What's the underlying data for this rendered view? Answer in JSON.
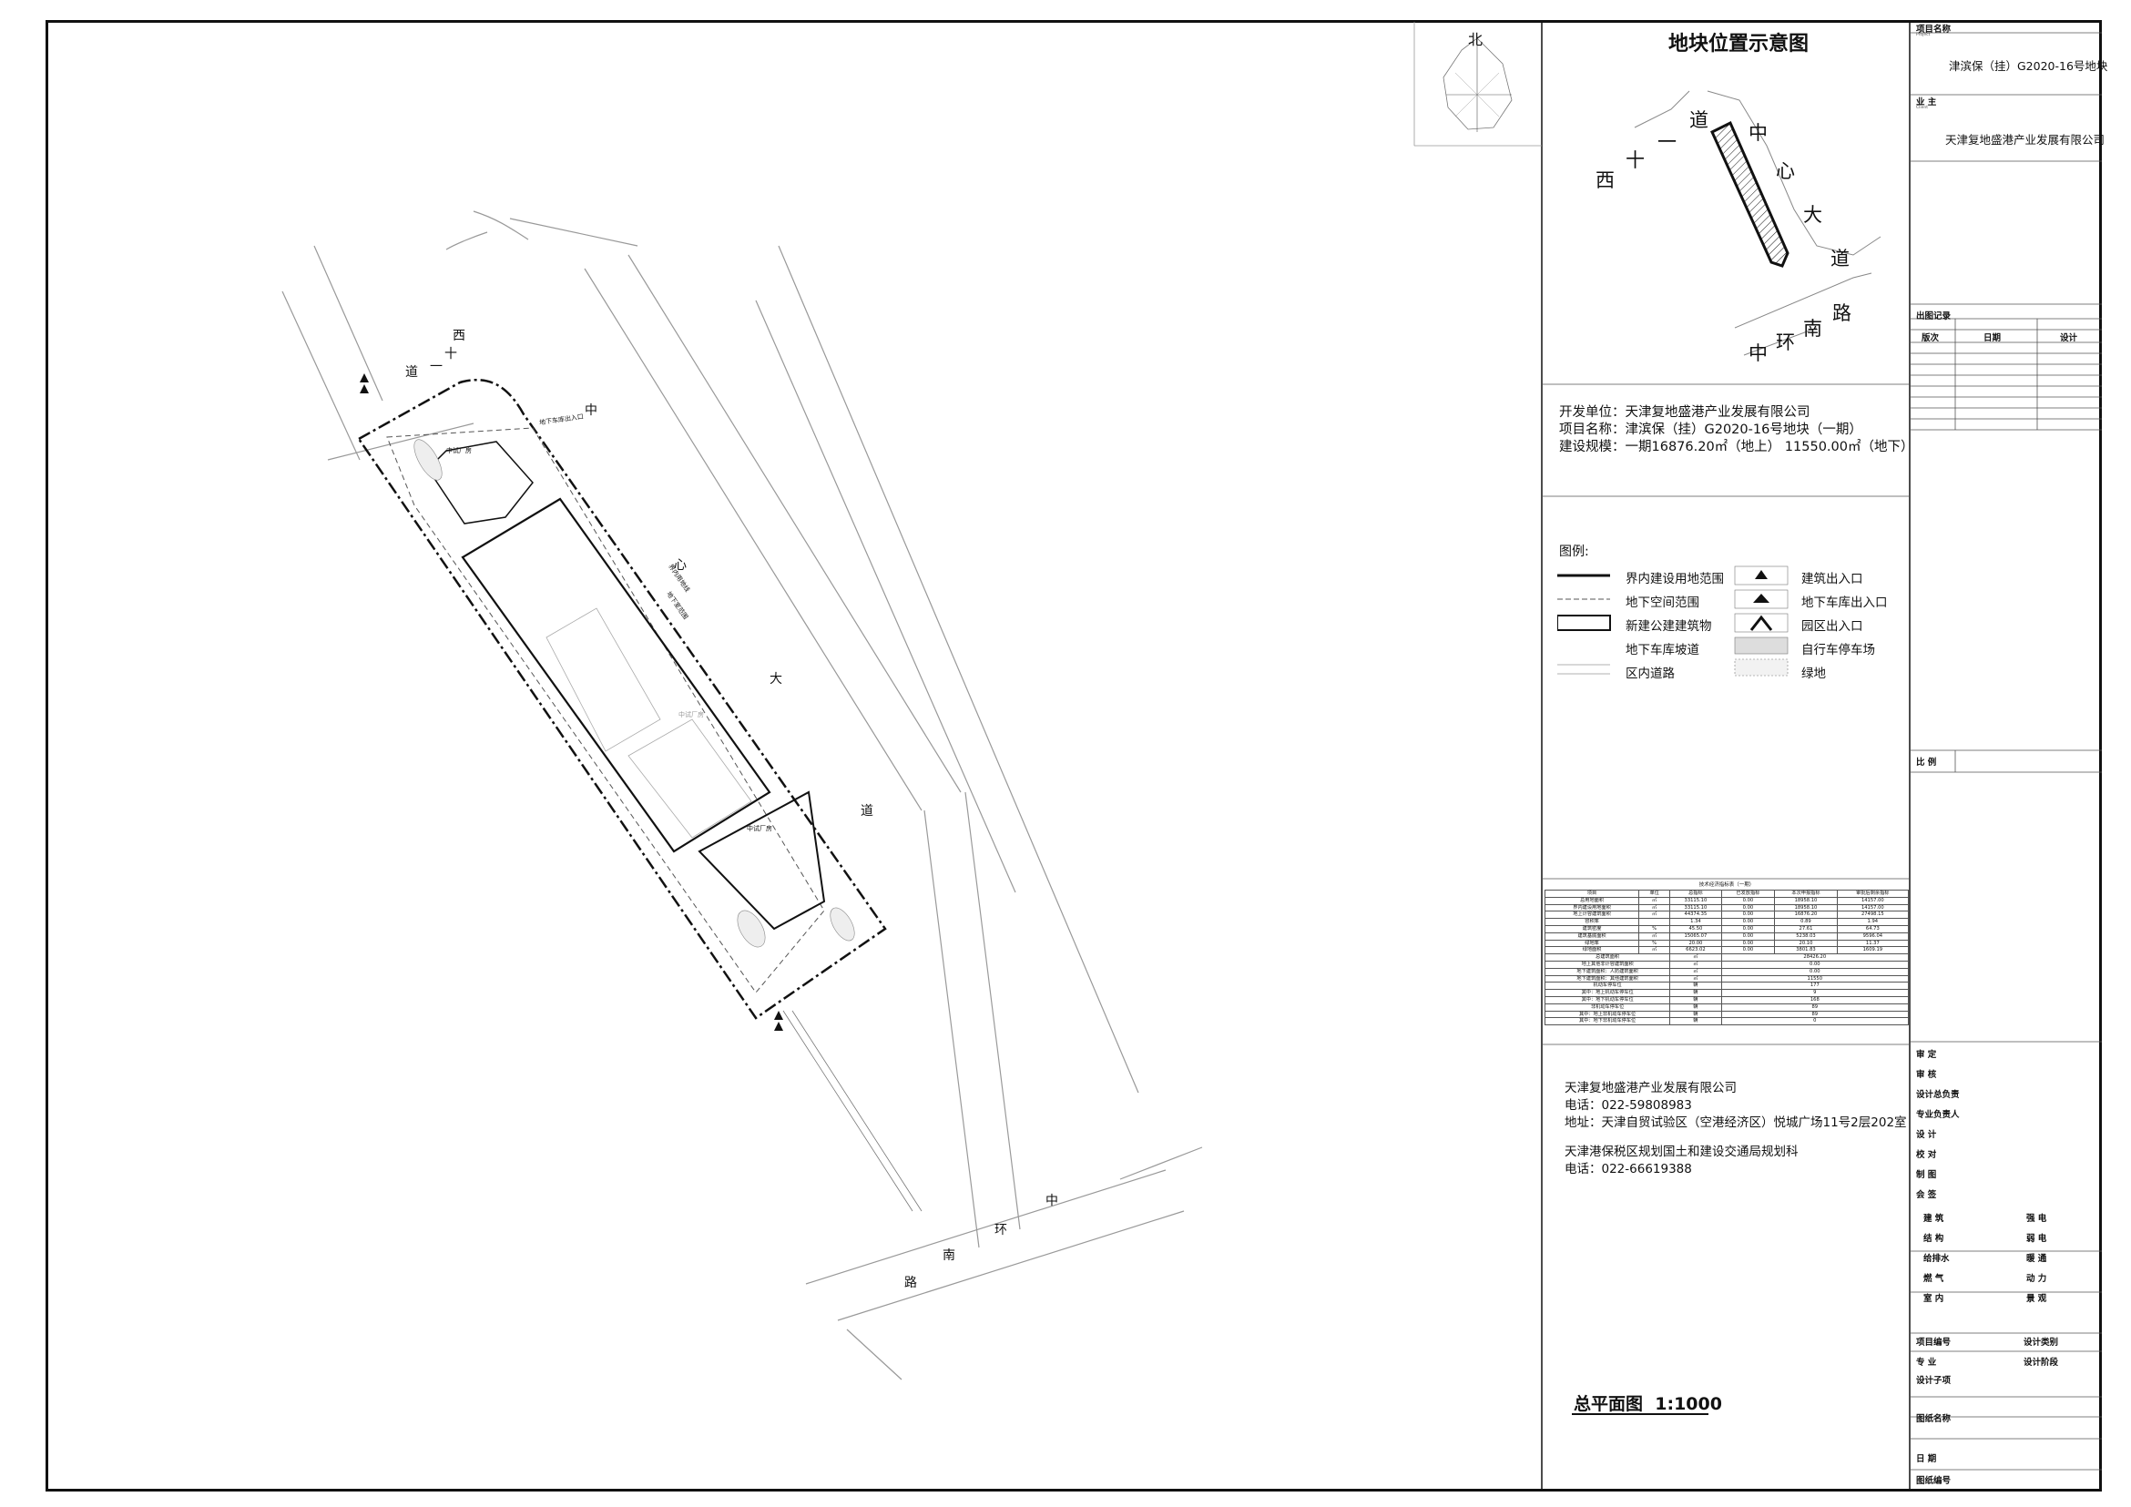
{
  "north": "北",
  "location_map": {
    "title": "地块位置示意图",
    "road_west": [
      "西",
      "十",
      "一",
      "道"
    ],
    "road_center": [
      "中",
      "心",
      "大",
      "道"
    ],
    "road_south": [
      "中",
      "环",
      "南",
      "路"
    ]
  },
  "project_info": {
    "developer": "开发单位：天津复地盛港产业发展有限公司",
    "project": "项目名称：津滨保（挂）G2020-16号地块（一期）",
    "scale": "建设规模：一期16876.20㎡（地上） 11550.00㎡（地下）"
  },
  "legend": {
    "title": "图例:",
    "left": [
      "界内建设用地范围",
      "地下空间范围",
      "新建公建建筑物",
      "地下车库坡道",
      "区内道路"
    ],
    "right": [
      "建筑出入口",
      "地下车库出入口",
      "园区出入口",
      "自行车停车场",
      "绿地"
    ]
  },
  "site_plan": {
    "road_west": [
      "西",
      "十",
      "一",
      "道"
    ],
    "road_center": [
      "中",
      "心",
      "大",
      "道"
    ],
    "road_south": [
      "中",
      "环",
      "南",
      "路"
    ],
    "label_garage": "地下车库出入口",
    "label_boundary": "界内用地线",
    "label_underground": "地下室范围",
    "building_label": "中试厂房",
    "main_title": "总平面图",
    "main_scale": "1:1000"
  },
  "tech_table": {
    "caption": "技术经济指标表（一期）",
    "header": [
      "项目",
      "单位",
      "总指标",
      "已发放指标",
      "本次申报指标",
      "审批后剩余指标"
    ],
    "rows": [
      [
        "总用地面积",
        "㎡",
        "33115.10",
        "0.00",
        "18958.10",
        "14157.00"
      ],
      [
        "界内建设用地面积",
        "㎡",
        "33115.10",
        "0.00",
        "18958.10",
        "14157.00"
      ],
      [
        "地上计容建筑面积",
        "㎡",
        "44374.35",
        "0.00",
        "16876.20",
        "27498.15"
      ],
      [
        "容积率",
        "",
        "1.34",
        "0.00",
        "0.89",
        "1.94"
      ],
      [
        "建筑密度",
        "%",
        "45.50",
        "0.00",
        "27.61",
        "64.73"
      ],
      [
        "建筑基底面积",
        "㎡",
        "15065.07",
        "0.00",
        "5238.03",
        "9596.04"
      ],
      [
        "绿地率",
        "%",
        "20.00",
        "0.00",
        "20.10",
        "11.37"
      ],
      [
        "绿地面积",
        "㎡",
        "6623.02",
        "0.00",
        "3801.83",
        "1609.19"
      ]
    ],
    "rows2": [
      [
        "总建筑面积",
        "㎡",
        "28426.20"
      ],
      [
        "地上其他非计容建筑面积",
        "㎡",
        "0.00"
      ],
      [
        "地下建筑面积：人防建筑面积",
        "㎡",
        "0.00"
      ],
      [
        "地下建筑面积：其他建筑面积",
        "㎡",
        "11550"
      ],
      [
        "机动车停车位",
        "辆",
        "177"
      ],
      [
        "其中：地上机动车停车位",
        "辆",
        "9"
      ],
      [
        "其中：地下机动车停车位",
        "辆",
        "168"
      ],
      [
        "非机动车停车位",
        "辆",
        "89"
      ],
      [
        "其中：地上非机动车停车位",
        "辆",
        "89"
      ],
      [
        "其中：地下非机动车停车位",
        "辆",
        "0"
      ]
    ]
  },
  "contact": {
    "company": "天津复地盛港产业发展有限公司",
    "phone1": "电话：022-59808983",
    "address": "地址：天津自贸试验区（空港经济区）悦城广场11号2层202室",
    "office": "天津港保税区规划国土和建设交通局规划科",
    "phone2": "电话：022-66619388"
  },
  "title_block": {
    "project_name_label": "项目名称",
    "project_name_sub": "Project",
    "project_name": "津滨保（挂）G2020-16号地块",
    "client_label": "业  主",
    "client_sub": "Client",
    "client": "天津复地盛港产业发展有限公司",
    "revision_label": "出图记录",
    "revision_cols": [
      "版次",
      "日期",
      "设计"
    ],
    "scale_label": "比  例",
    "approvals": [
      "审  定",
      "审  核",
      "设计总负责",
      "专业负责人",
      "设  计",
      "校  对",
      "制  图",
      "会  签"
    ],
    "signoffs": [
      [
        "建  筑",
        "强  电"
      ],
      [
        "结  构",
        "弱  电"
      ],
      [
        "给排水",
        "暖  通"
      ],
      [
        "燃  气",
        "动  力"
      ],
      [
        "室  内",
        "景  观"
      ]
    ],
    "bottom": [
      [
        "项目编号",
        "设计类别"
      ],
      [
        "专  业",
        "设计阶段"
      ]
    ],
    "subitem_label": "设计子项",
    "drawing_name_label": "图纸名称",
    "date_label": "日  期",
    "drawing_no_label": "图纸编号"
  }
}
